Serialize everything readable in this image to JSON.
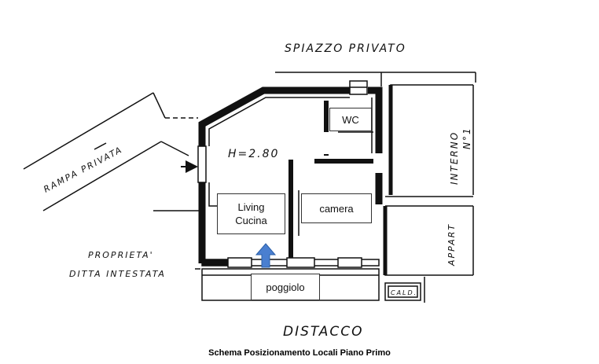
{
  "labels": {
    "top": "SPIAZZO PRIVATO",
    "bottom": "DISTACCO",
    "ramp": "RAMPA PRIVATA",
    "property_line1": "PROPRIETA'",
    "property_line2": "DITTA INTESTATA",
    "height": "H=2.80",
    "interior": "INTERNO",
    "interior_num": "N°1",
    "apartment": "APPART",
    "boiler": "CALD."
  },
  "rooms": {
    "wc": "WC",
    "living_line1": "Living",
    "living_line2": "Cucina",
    "camera": "camera",
    "poggiolo": "poggiolo"
  },
  "caption": "Schema Posizionamento Locali Piano Primo",
  "colors": {
    "arrow": "#4a7fd0",
    "ink": "#111111"
  }
}
